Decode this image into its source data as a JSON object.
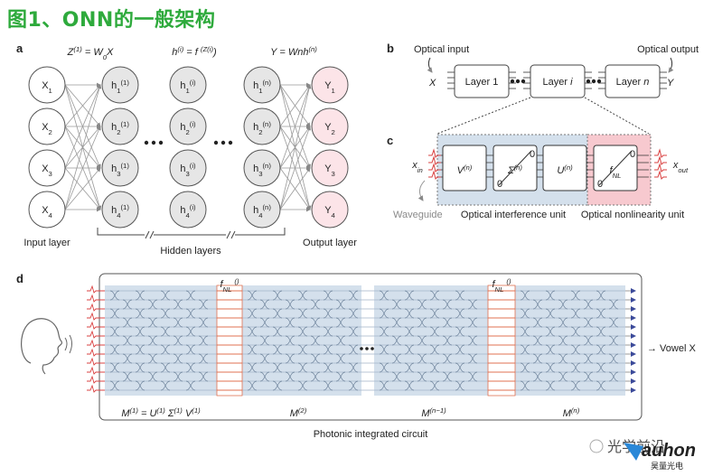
{
  "title": "图1、ONN的一般架构",
  "panel_a": {
    "label": "a",
    "eq1": "Z(1) = W0X",
    "eq2": "h(i) = f (Z(i))",
    "eq3": "Y = Wnh(n)",
    "input_nodes": [
      "X1",
      "X2",
      "X3",
      "X4"
    ],
    "hidden1_nodes": [
      "h1(1)",
      "h2(1)",
      "h3(1)",
      "h4(1)"
    ],
    "hiddeni_nodes": [
      "h1(i)",
      "h2(i)",
      "h3(i)",
      "h4(i)"
    ],
    "hiddenn_nodes": [
      "h1(n)",
      "h2(n)",
      "h3(n)",
      "h4(n)"
    ],
    "output_nodes": [
      "Y1",
      "Y2",
      "Y3",
      "Y4"
    ],
    "input_label": "Input layer",
    "hidden_label": "Hidden layers",
    "output_label": "Output layer"
  },
  "panel_b": {
    "label": "b",
    "optical_input": "Optical input",
    "optical_output": "Optical output",
    "x_symbol": "X",
    "y_symbol": "Y",
    "layers": [
      "Layer 1",
      "Layer i",
      "Layer n"
    ]
  },
  "panel_c": {
    "label": "c",
    "x_in": "xin",
    "x_out": "xout",
    "blocks": [
      "V(n)",
      "Σ(n)",
      "U(n)",
      "fNL"
    ],
    "waveguide": "Waveguide",
    "interference_unit": "Optical interference unit",
    "nonlinearity_unit": "Optical nonlinearity unit"
  },
  "panel_d": {
    "label": "d",
    "fnl_label": "fNL ()",
    "matrix_labels": [
      "M(1) = U(1) Σ(1) V(1)",
      "M(2)",
      "M(n−1)",
      "M(n)"
    ],
    "output": "→ Vowel X",
    "circuit_label": "Photonic integrated circuit"
  },
  "watermark": {
    "text_cn": "光学前沿",
    "brand": "auhon",
    "brand_cn": "昊量光电"
  },
  "colors": {
    "title": "#2eaa3c",
    "node_fill": "#e6e6e6",
    "output_fill": "#fce4e8",
    "interference_bg": "#d4e0ec",
    "nonlinear_bg": "#f7c9cf",
    "pulse": "#d94040",
    "detector": "#3b4a9a"
  }
}
